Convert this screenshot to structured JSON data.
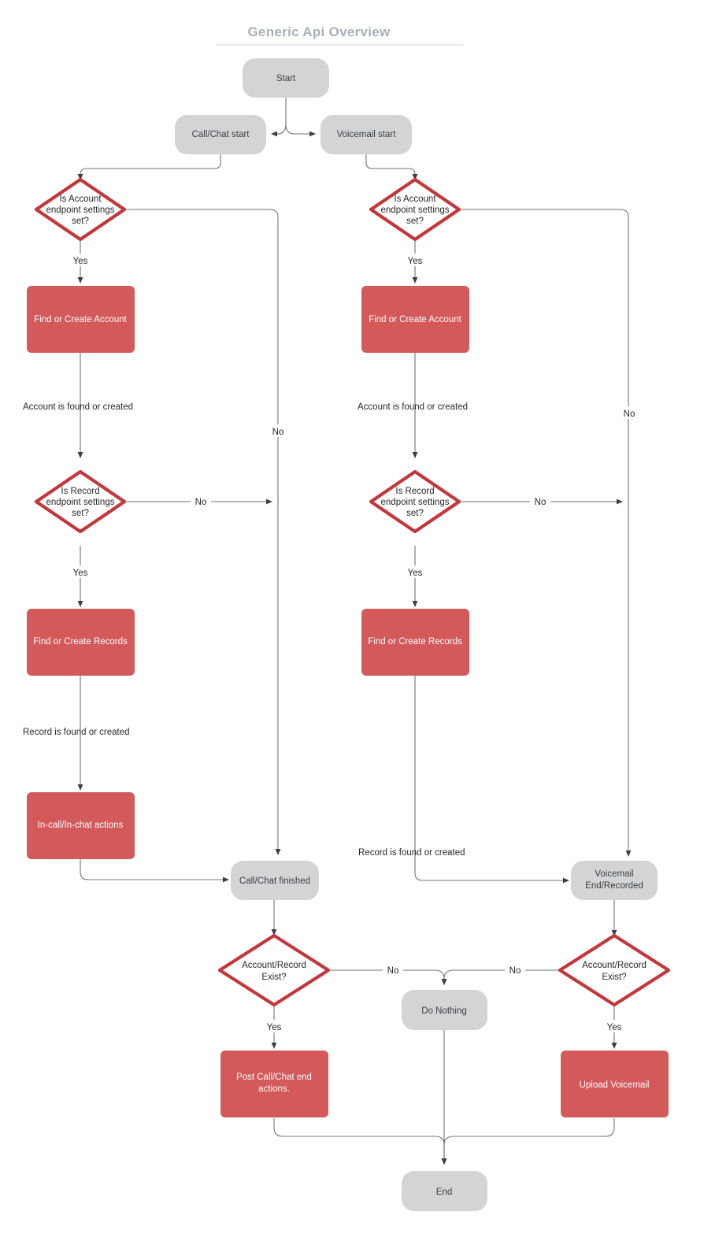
{
  "title": "Generic Api Overview",
  "palette": {
    "gray_node_fill": "#d4d4d4",
    "red_node_fill": "#d3595a",
    "diamond_stroke": "#c4363a",
    "diamond_fill": "#ffffff",
    "edge_stroke": "#6f7477",
    "title_color": "#a9aeb8",
    "text_dark": "#25282b",
    "text_light": "#ffffff"
  },
  "nodes": {
    "start": "Start",
    "call_chat_start": "Call/Chat start",
    "voicemail_start": "Voicemail start",
    "is_account_endpoint_left_l1": "Is Account",
    "is_account_endpoint_left_l2": "endpoint settings",
    "is_account_endpoint_left_l3": "set?",
    "is_account_endpoint_right_l1": "Is Account",
    "is_account_endpoint_right_l2": "endpoint settings",
    "is_account_endpoint_right_l3": "set?",
    "find_or_create_account_left": "Find or Create Account",
    "find_or_create_account_right": "Find or Create Account",
    "is_record_endpoint_left_l1": "Is Record",
    "is_record_endpoint_left_l2": "endpoint settings",
    "is_record_endpoint_left_l3": "set?",
    "is_record_endpoint_right_l1": "Is Record",
    "is_record_endpoint_right_l2": "endpoint settings",
    "is_record_endpoint_right_l3": "set?",
    "find_or_create_records_left": "Find or Create Records",
    "find_or_create_records_right": "Find or Create Records",
    "in_call_in_chat_actions": "In-call/In-chat actions",
    "call_chat_finished": "Call/Chat finished",
    "voicemail_end_recorded_l1": "Voicemail",
    "voicemail_end_recorded_l2": "End/Recorded",
    "account_record_exist_left_l1": "Account/Record",
    "account_record_exist_left_l2": "Exist?",
    "account_record_exist_right_l1": "Account/Record",
    "account_record_exist_right_l2": "Exist?",
    "do_nothing": "Do Nothing",
    "post_call_chat_end_actions_l1": "Post Call/Chat end",
    "post_call_chat_end_actions_l2": "actions.",
    "upload_voicemail": "Upload Voicemail",
    "end": "End"
  },
  "edge_labels": {
    "yes_account_left": "Yes",
    "yes_account_right": "Yes",
    "no_account_left": "No",
    "no_account_right": "No",
    "account_found_left": "Account is found or created",
    "account_found_right": "Account is found or created",
    "no_record_left": "No",
    "no_record_right": "No",
    "yes_record_left": "Yes",
    "yes_record_right": "Yes",
    "record_found_left": "Record is found or created",
    "record_found_right": "Record is found or created",
    "no_exist_left": "No",
    "no_exist_right": "No",
    "yes_exist_left": "Yes",
    "yes_exist_right": "Yes"
  }
}
